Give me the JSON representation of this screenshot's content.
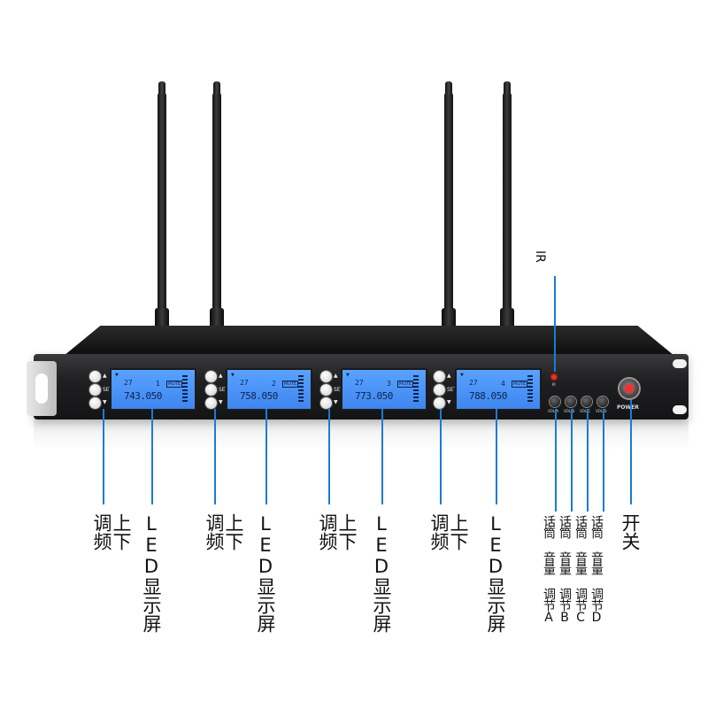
{
  "product": {
    "channels": [
      {
        "ch": "27",
        "number": "1",
        "frequency": "743.050"
      },
      {
        "ch": "27",
        "number": "2",
        "frequency": "758.050"
      },
      {
        "ch": "27",
        "number": "3",
        "frequency": "773.050"
      },
      {
        "ch": "27",
        "number": "4",
        "frequency": "788.050"
      }
    ],
    "button_labels": {
      "up": "▲",
      "set": "SET",
      "down": "▼"
    },
    "power_label": "POWER",
    "ir_panel_label": "IR",
    "mute_label": "MUTE",
    "knob_labels": [
      "VOL.A",
      "VOL.B",
      "VOL.C",
      "VOL.D"
    ]
  },
  "annotations": {
    "ir": "IR",
    "tune": "上下\n调频",
    "lcd": "LED显示屏",
    "power_switch": "开关",
    "vol_a": "话筒\n音量\n调节A",
    "vol_b": "话筒\n音量\n调节B",
    "vol_c": "话筒\n音量\n调节C",
    "vol_d": "话筒\n音量\n调节D"
  },
  "colors": {
    "lcd": "#4a92f6",
    "leader_lines": "#1b7bd6",
    "chassis": "#1e1e20"
  }
}
